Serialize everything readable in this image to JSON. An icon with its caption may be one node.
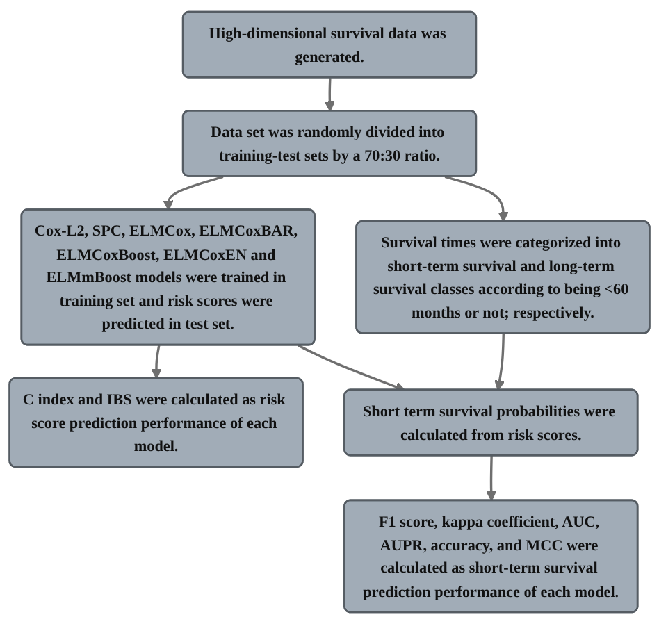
{
  "diagram": {
    "nodes": [
      {
        "text": [
          "High-dimensional survival data was generated."
        ]
      },
      {
        "text": [
          "Data set was randomly divided into training-test sets by a 70:30 ratio."
        ]
      },
      {
        "text": [
          "Cox-L2, SPC, ELMCox, ELMCoxBAR, ELMCoxBoost, ELMCoxEN and ELMmBoost models were trained in training set and risk scores were predicted in test set."
        ]
      },
      {
        "text": [
          "Survival times were categorized into short-term survival and long-term survival classes according to being <60 months or not; respectively."
        ]
      },
      {
        "text": [
          "C index and IBS were calculated as risk score prediction performance of each model."
        ]
      },
      {
        "text": [
          "Short term survival probabilities were calculated from risk scores."
        ]
      },
      {
        "text": [
          "F1 score, kappa coefficient, AUC, AUPR, accuracy, and MCC were calculated as short-term survival prediction performance of each model."
        ]
      }
    ],
    "edges": [
      {
        "from": 0,
        "to": 1,
        "arrow": "to"
      },
      {
        "from": 1,
        "to": 2,
        "arrow": "to"
      },
      {
        "from": 1,
        "to": 3,
        "arrow": "to"
      },
      {
        "from": 2,
        "to": 4,
        "arrow": "to"
      },
      {
        "from": 2,
        "to": 5,
        "arrow": "to"
      },
      {
        "from": 3,
        "to": 5,
        "arrow": "to"
      },
      {
        "from": 5,
        "to": 6,
        "arrow": "to"
      }
    ]
  }
}
